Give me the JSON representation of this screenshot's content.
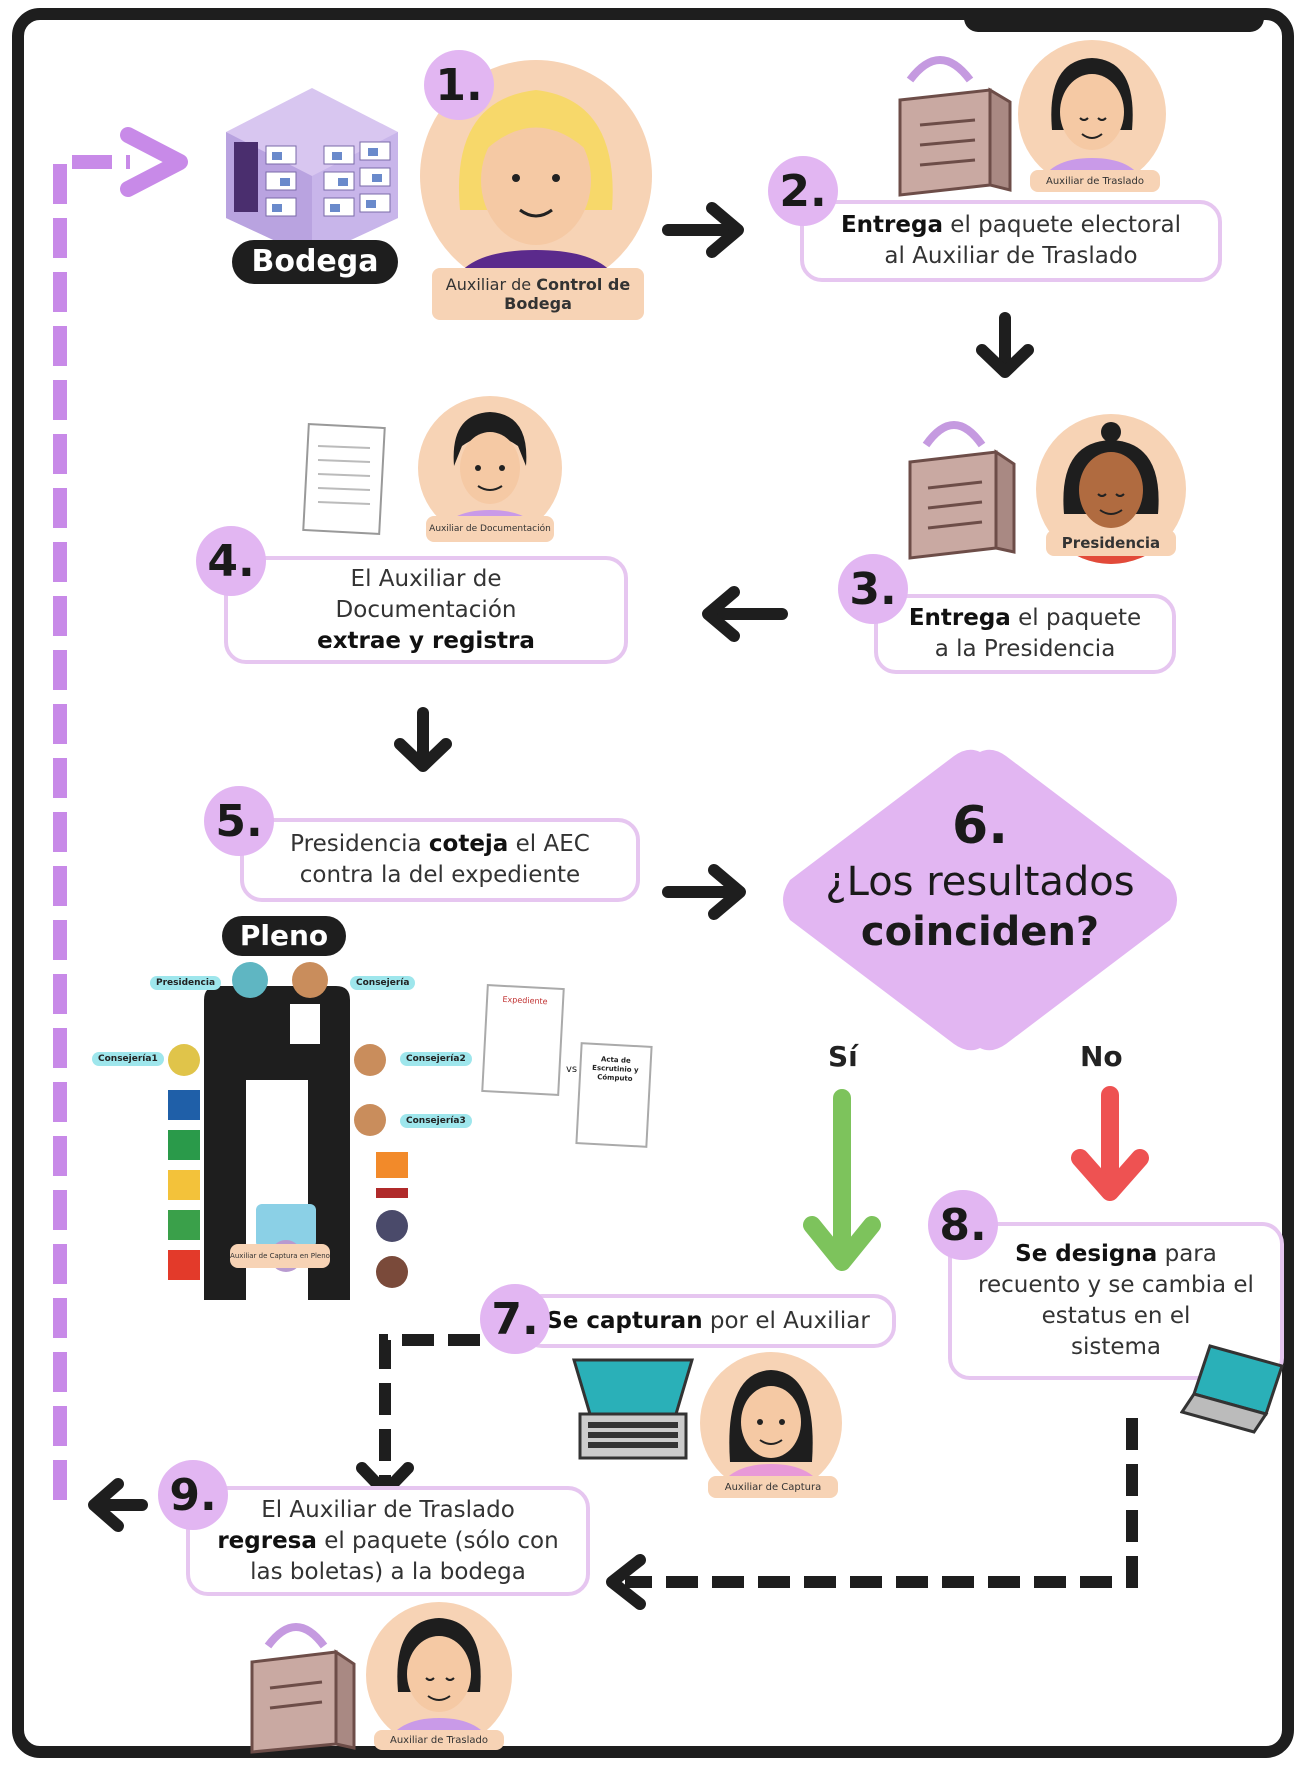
{
  "labels": {
    "bodega": "Bodega",
    "auxiliar_control": "Auxiliar de Control de Bodega",
    "auxiliar_control_plain": "Auxiliar de",
    "auxiliar_control_bold": "Control de Bodega",
    "auxiliar_traslado_1": "Auxiliar de Traslado",
    "auxiliar_documentacion": "Auxiliar de Documentación",
    "presidencia": "Presidencia",
    "pleno": "Pleno",
    "auxiliar_captura": "Auxiliar de Captura",
    "auxiliar_traslado_9": "Auxiliar de Traslado"
  },
  "steps": {
    "s1": {
      "num": "1."
    },
    "s2": {
      "num": "2.",
      "bold": "Entrega",
      "text1": " el paquete electoral",
      "text2": "al Auxiliar de Traslado"
    },
    "s3": {
      "num": "3.",
      "bold": "Entrega",
      "text1": " el paquete",
      "text2": "a la Presidencia"
    },
    "s4": {
      "num": "4.",
      "line1": "El Auxiliar de",
      "line2": "Documentación",
      "bold": "extrae y registra"
    },
    "s5": {
      "num": "5.",
      "pre": "Presidencia ",
      "bold": "coteja",
      "post": " el AEC",
      "line2": "contra la del expediente"
    },
    "s6": {
      "num": "6.",
      "line1": "¿Los resultados",
      "bold": "coinciden?"
    },
    "s7": {
      "num": "7.",
      "bold": "Se capturan",
      "text": " por el Auxiliar"
    },
    "s8": {
      "num": "8.",
      "bold": "Se designa",
      "text1": " para",
      "line2": "recuento y se cambia el",
      "line3": "estatus en el",
      "line4": "sistema"
    },
    "s9": {
      "num": "9.",
      "line1": "El Auxiliar de Traslado",
      "bold": "regresa",
      "text2": " el paquete (sólo con",
      "line3": "las boletas) a la bodega"
    }
  },
  "branches": {
    "yes": "Sí",
    "no": "No"
  },
  "pleno_seats": {
    "presidencia": "Presidencia",
    "consejeria": "Consejería",
    "consejeria1": "Consejería1",
    "consejeria2": "Consejería2",
    "consejeria3": "Consejería3",
    "aux_captura_pleno": "Auxiliar de Captura en Pleno"
  },
  "docs": {
    "doc1": "Expediente",
    "vs": "vs",
    "doc2": "Acta de Escrutinio y Cómputo"
  },
  "colors": {
    "lilac": "#e2b6f2",
    "lilac_border": "#e6c6f0",
    "dark": "#1e1e1e",
    "peach": "#f7d3b5",
    "green": "#7dc35c",
    "red": "#ee5252",
    "dashed_purple": "#c88ae8"
  }
}
